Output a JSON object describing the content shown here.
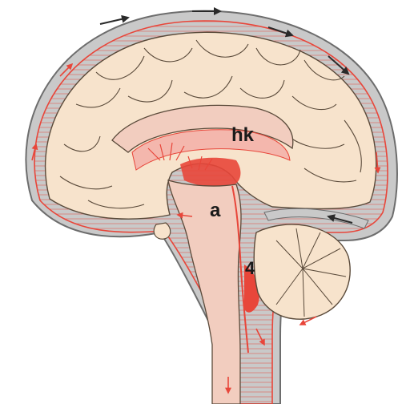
{
  "labels": {
    "hk": "hk",
    "a": "a",
    "four": "4"
  },
  "colors": {
    "tissue": "#f7e3cc",
    "tissue_stroke": "#5a4a3a",
    "csf_red": "#e8463a",
    "csf_pink": "#f4b7ad",
    "dura_gray": "#c9c9c9",
    "dura_stroke": "#6d6d6d",
    "arrow_dark": "#2a2a2a"
  }
}
